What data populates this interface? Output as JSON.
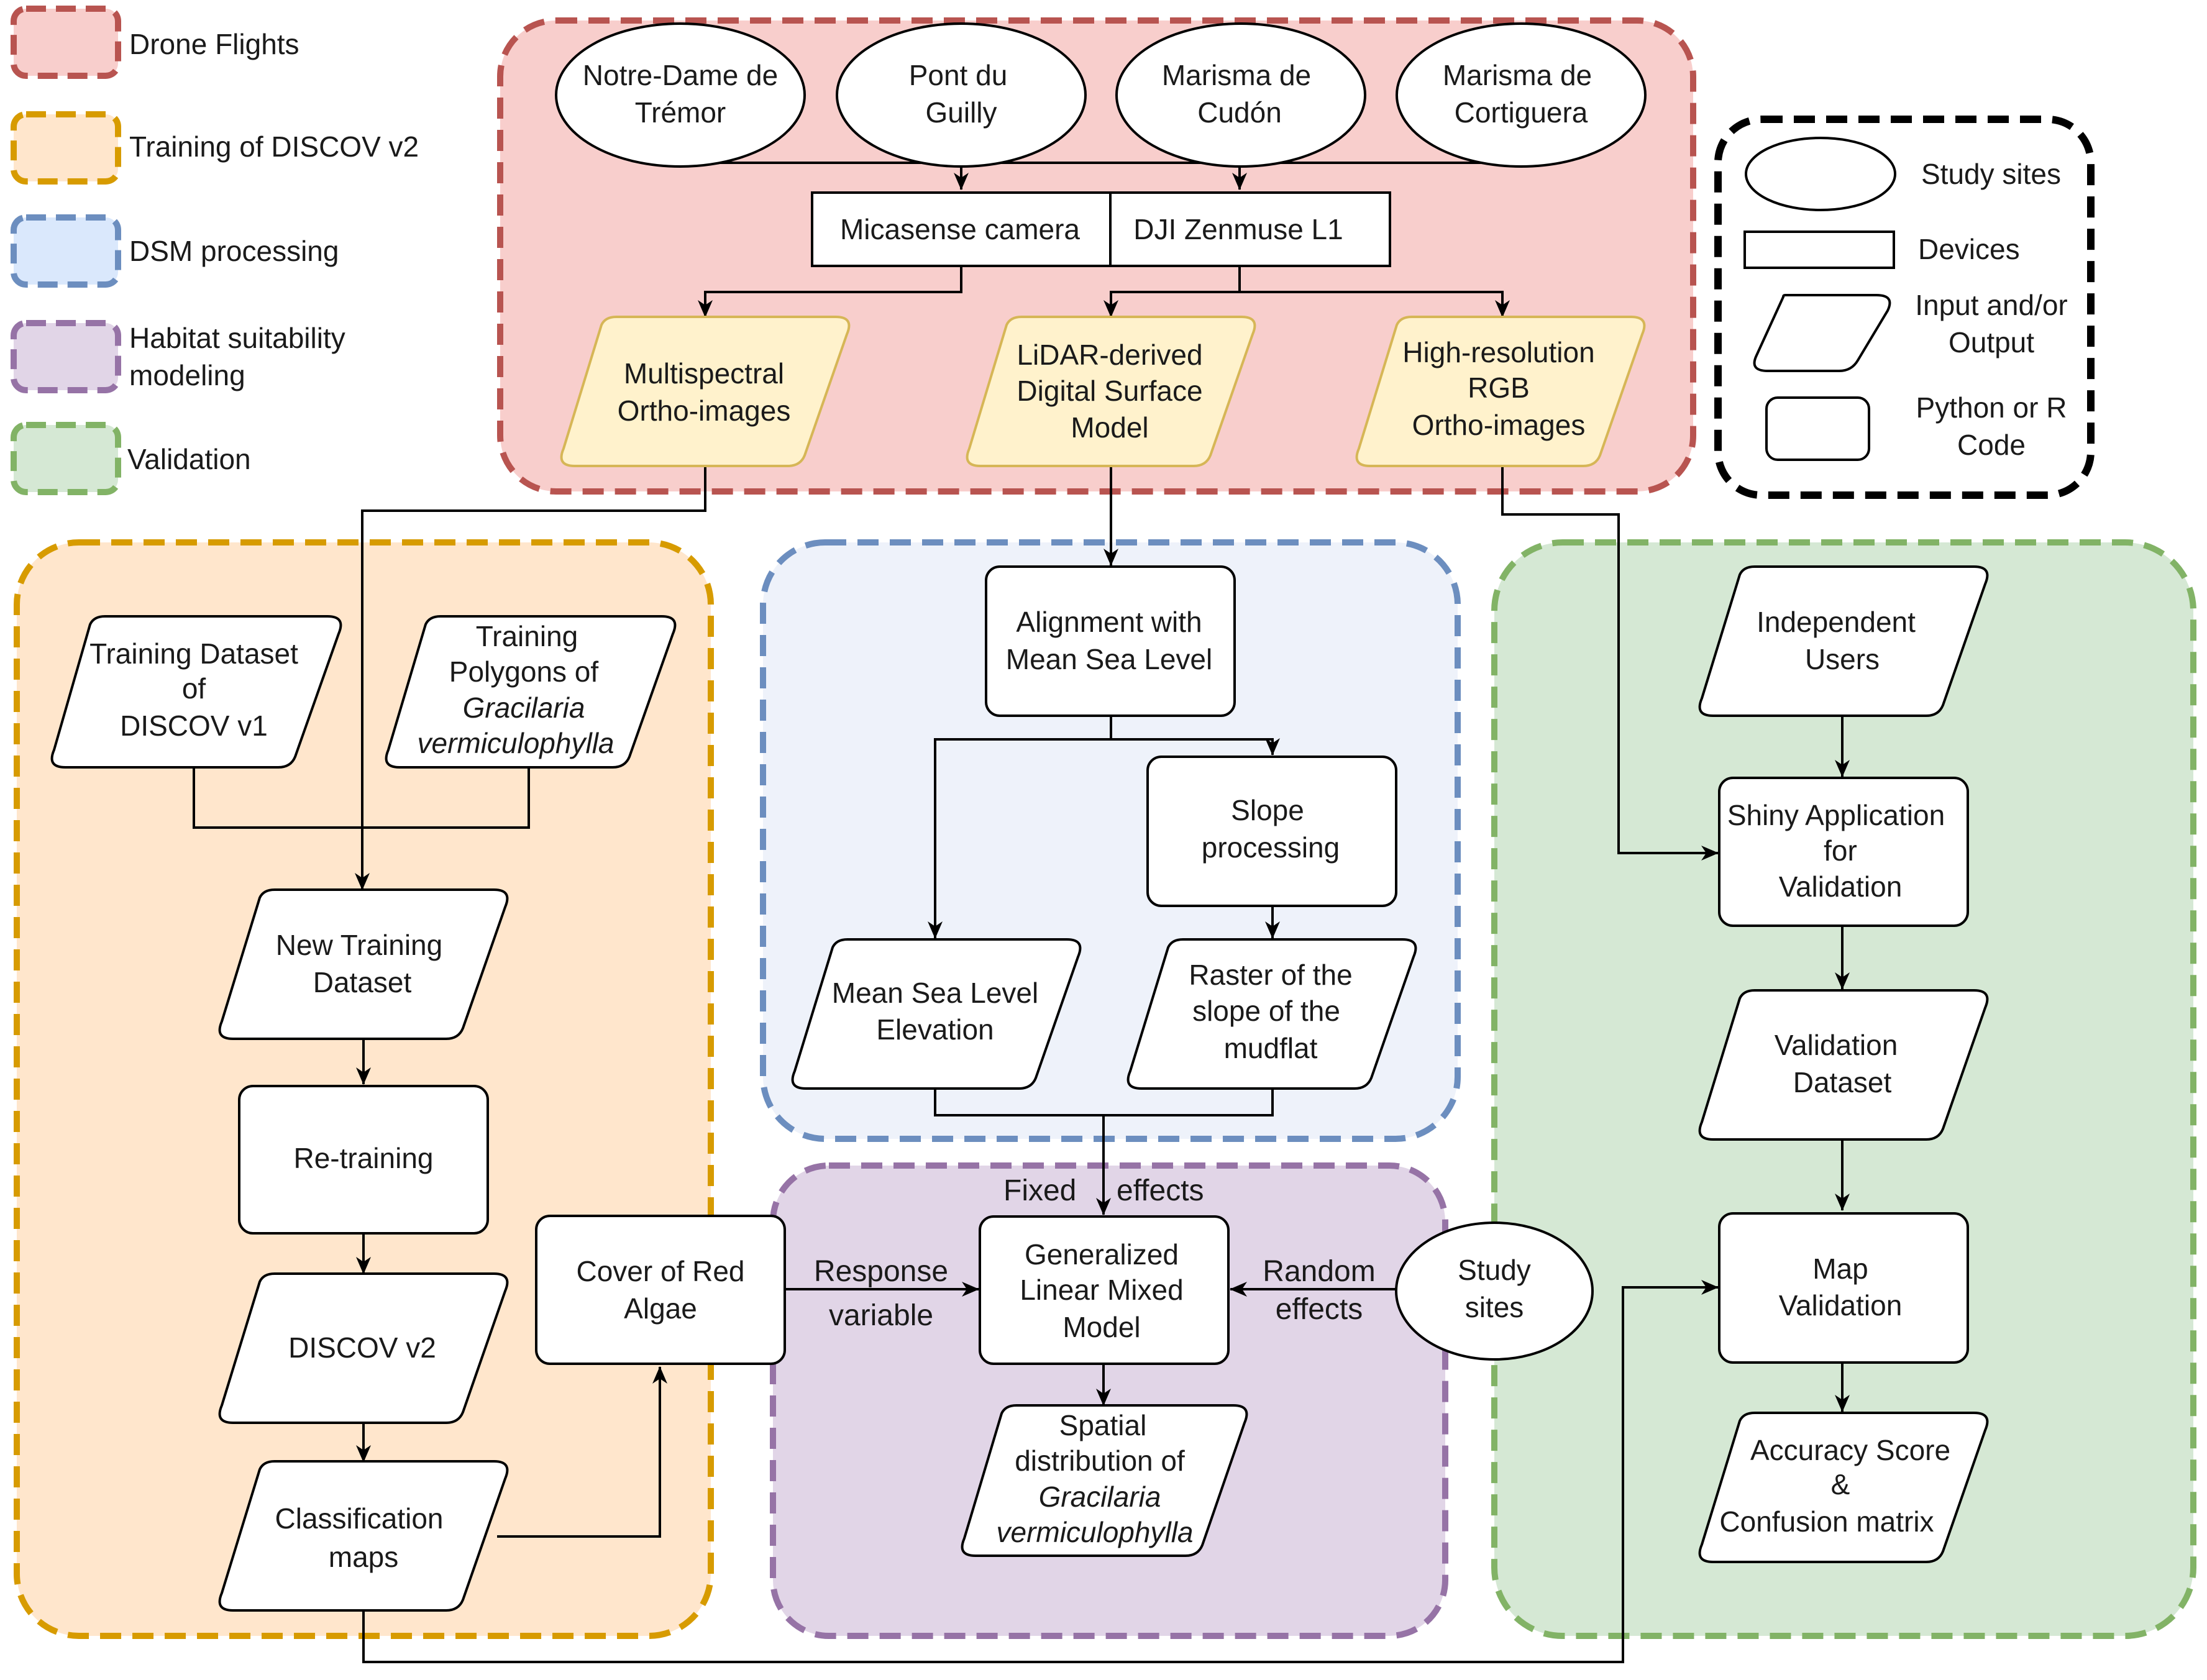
{
  "legend": {
    "drone_flights": {
      "label": "Drone Flights",
      "fill": "#f8cecc",
      "stroke": "#b85450"
    },
    "training": {
      "label": "Training of DISCOV v2",
      "fill": "#ffe6cc",
      "stroke": "#d79b00"
    },
    "dsm": {
      "label": "DSM processing",
      "fill": "#dae8fc",
      "stroke": "#6c8ebf"
    },
    "habitat": {
      "label": [
        "Habitat suitability",
        "modeling"
      ],
      "fill": "#e1d5e7",
      "stroke": "#9673a6"
    },
    "validation": {
      "label": "Validation",
      "fill": "#d5e8d4",
      "stroke": "#82b366"
    }
  },
  "shape_key": {
    "study_sites": "Study sites",
    "devices": "Devices",
    "input_output": [
      "Input and/or",
      "Output"
    ],
    "code": [
      "Python or R",
      "Code"
    ]
  },
  "nodes": {
    "site_tremor": [
      "Notre-Dame de",
      "Trémor"
    ],
    "site_guilly": [
      "Pont du",
      "Guilly"
    ],
    "site_cudon": [
      "Marisma de",
      "Cudón"
    ],
    "site_cortiguera": [
      "Marisma de",
      "Cortiguera"
    ],
    "micasense": "Micasense camera",
    "zenmuse": "DJI Zenmuse L1",
    "multispectral": [
      "Multispectral",
      "Ortho-images"
    ],
    "lidar_dsm": [
      "LiDAR-derived",
      "Digital Surface",
      "Model"
    ],
    "rgb": [
      "High-resolution",
      "RGB",
      "Ortho-images"
    ],
    "training_v1": [
      "Training Dataset",
      "of",
      "DISCOV v1"
    ],
    "training_polygons": [
      "Training",
      "Polygons of",
      "Gracilaria",
      "vermiculophylla"
    ],
    "new_training": [
      "New Training",
      "Dataset"
    ],
    "retraining": "Re-training",
    "discov_v2": "DISCOV v2",
    "classification_maps": [
      "Classification",
      "maps"
    ],
    "cover_red_algae": [
      "Cover of Red",
      "Algae"
    ],
    "alignment": [
      "Alignment with",
      "Mean Sea Level"
    ],
    "slope_processing": [
      "Slope",
      "processing"
    ],
    "msl_elevation": [
      "Mean Sea Level",
      "Elevation"
    ],
    "slope_raster": [
      "Raster of the",
      "slope of the",
      "mudflat"
    ],
    "glmm": [
      "Generalized",
      "Linear Mixed",
      "Model"
    ],
    "study_sites": [
      "Study",
      "sites"
    ],
    "spatial_distribution": [
      "Spatial",
      "distribution of",
      "Gracilaria",
      "vermiculophylla"
    ],
    "independent_users": [
      "Independent",
      "Users"
    ],
    "shiny": [
      "Shiny Application",
      "for",
      "Validation"
    ],
    "validation_dataset": [
      "Validation",
      "Dataset"
    ],
    "map_validation": [
      "Map",
      "Validation"
    ],
    "accuracy": [
      "Accuracy Score",
      "&",
      "Confusion matrix"
    ]
  },
  "edge_labels": {
    "fixed": "Fixed",
    "effects": "effects",
    "response": "Response",
    "variable": "variable",
    "random": "Random",
    "random_effects": "effects"
  }
}
